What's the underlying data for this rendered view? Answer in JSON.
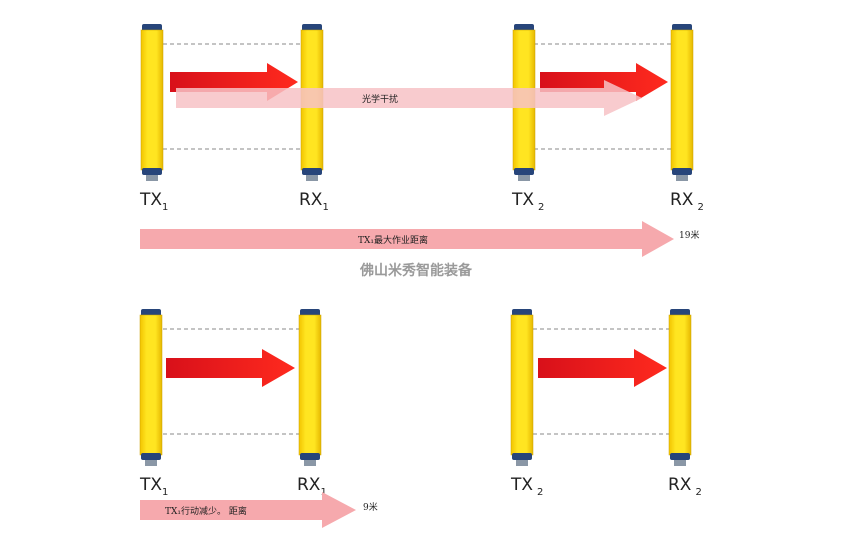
{
  "top": {
    "tx1": {
      "main": "TX",
      "sub": "1"
    },
    "rx1": {
      "main": "RX",
      "sub": "1"
    },
    "tx2": {
      "main": "TX",
      "sub": "2"
    },
    "rx2": {
      "main": "RX",
      "sub": "2"
    },
    "interference_label": "光学干扰",
    "range_label": "TX₁最大作业距离",
    "range_value": "19米"
  },
  "watermark": "佛山米秀智能装备",
  "bottom": {
    "tx1": {
      "main": "TX",
      "sub": "1"
    },
    "rx1": {
      "main": "RX",
      "sub": "1"
    },
    "tx2": {
      "main": "TX",
      "sub": "2"
    },
    "rx2": {
      "main": "RX",
      "sub": "2"
    },
    "range_label": "TX₁行动减少。 距离",
    "range_value": "9米"
  },
  "colors": {
    "bar_yellow": "#ffe21a",
    "cap_blue": "#27457a",
    "beam_red": "#e8151b",
    "range_pink": "#f6a7ab",
    "interference_pink": "#f9cfd2"
  }
}
